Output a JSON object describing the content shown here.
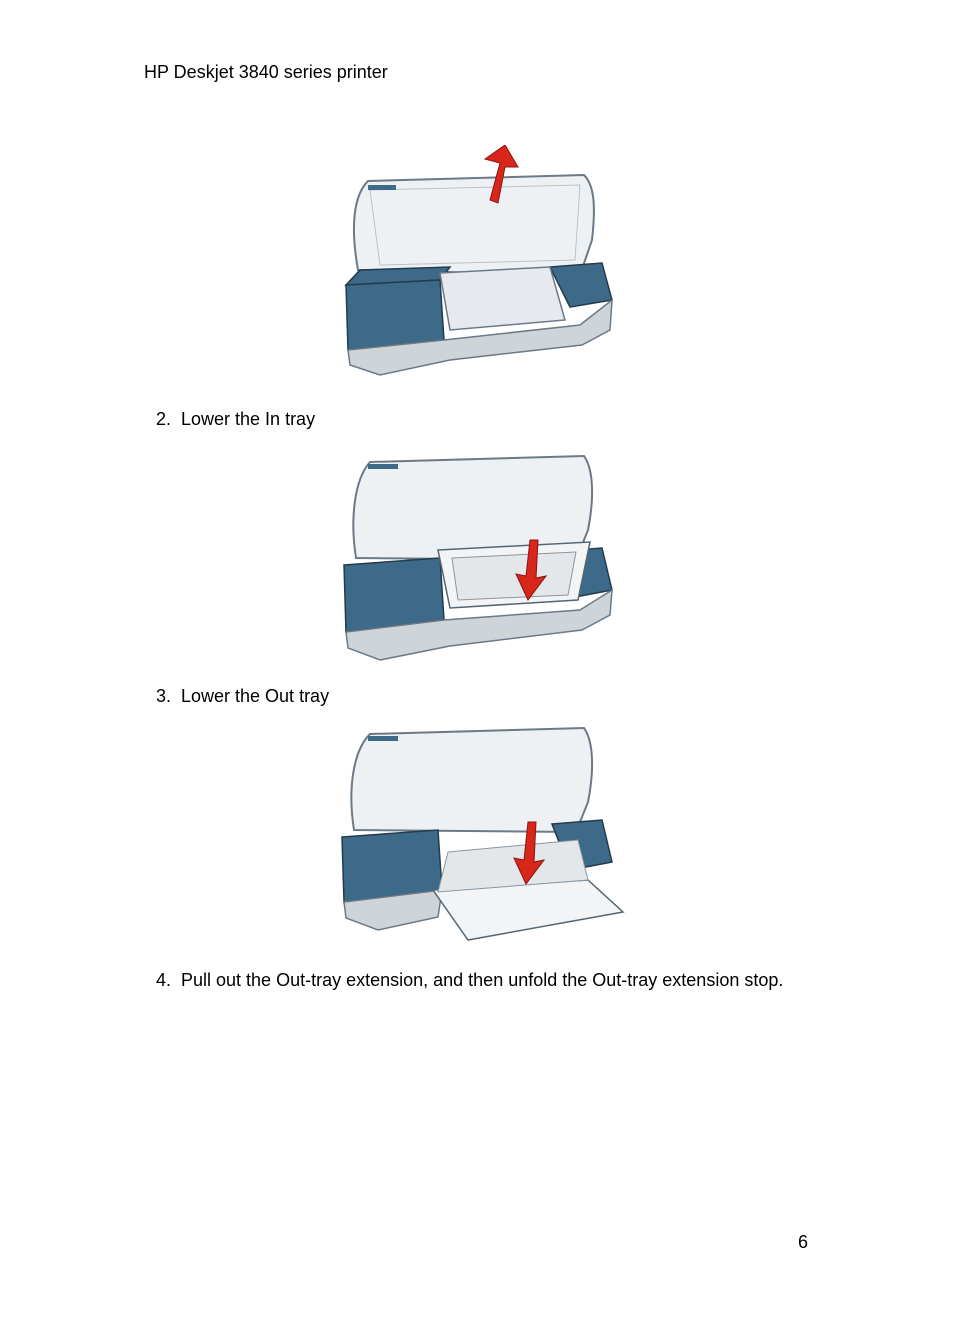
{
  "document": {
    "header": "HP Deskjet 3840 series printer",
    "steps": [
      {
        "number": "2.",
        "text": "Lower the In tray"
      },
      {
        "number": "3.",
        "text": "Lower the Out tray"
      },
      {
        "number": "4.",
        "text": "Pull out the Out-tray extension, and then unfold the Out-tray extension stop."
      }
    ],
    "page_number": "6",
    "figures": [
      {
        "name": "printer-cover-open-illustration",
        "arrow": "up"
      },
      {
        "name": "printer-in-tray-lowered-illustration",
        "arrow": "down"
      },
      {
        "name": "printer-out-tray-lowered-illustration",
        "arrow": "down"
      }
    ],
    "colors": {
      "printer_blue": "#3d6a88",
      "printer_gray": "#cfd4d9",
      "arrow_red": "#d8261b"
    }
  }
}
